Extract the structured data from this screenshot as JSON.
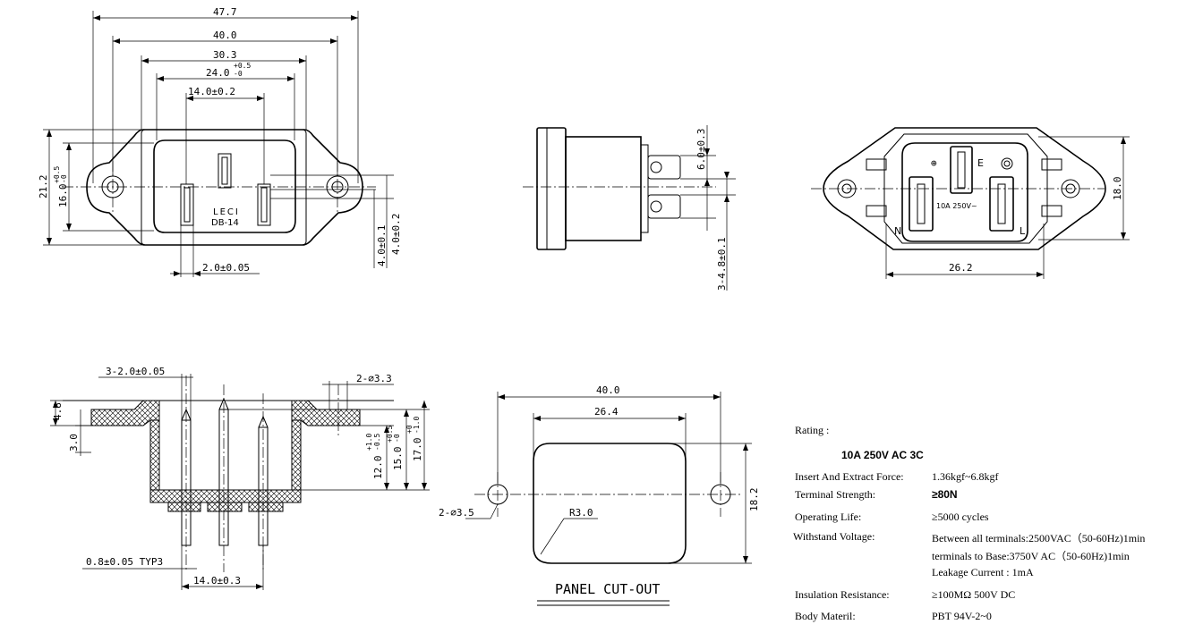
{
  "front_view": {
    "dims": {
      "d_47_7": "47.7",
      "d_40_0": "40.0",
      "d_30_3": "30.3",
      "d_24_0": "24.0",
      "d_24_0_tol": "+0.5",
      "d_24_0_tol2": "-0",
      "d_14_0": "14.0±0.2",
      "d_21_2": "21.2",
      "d_16_0": "16.0",
      "d_16_0_tol": "+0.5",
      "d_16_0_tol2": "-0",
      "d_2_0": "2.0±0.05",
      "d_4_0_a": "4.0±0.1",
      "d_4_0_b": "4.0±0.2"
    },
    "marking_line1": "LECI",
    "marking_line2": "DB-14"
  },
  "side_view": {
    "dims": {
      "d_6_0": "6.0±0.3",
      "d_3_4_8": "3-4.8±0.1"
    }
  },
  "rear_view": {
    "dims": {
      "d_18_0": "18.0",
      "d_26_2": "26.2"
    },
    "label_n": "N",
    "label_l": "L",
    "label_e": "E",
    "rating_mark": "10A 250V~",
    "ground_symbol": "⊕"
  },
  "section_view": {
    "dims": {
      "d_3_2_0": "3-2.0±0.05",
      "d_2_3_3": "2-∅3.3",
      "d_4_8": "4.8",
      "d_3_0": "3.0",
      "d_12_0": "12.0",
      "d_12_0_tol": "+1.0",
      "d_12_0_tol2": "-0.5",
      "d_15_0": "15.0",
      "d_15_0_tol": "+0.5",
      "d_15_0_tol2": "-0",
      "d_17_0": "17.0",
      "d_17_0_tol": "+0",
      "d_17_0_tol2": "-1.0",
      "d_0_8": "0.8±0.05 TYP3",
      "d_14_0": "14.0±0.3"
    }
  },
  "panel_cutout": {
    "dims": {
      "d_40_0": "40.0",
      "d_26_4": "26.4",
      "d_18_2": "18.2",
      "d_2_3_5": "2-∅3.5",
      "d_r3_0": "R3.0"
    },
    "title": "PANEL CUT-OUT"
  },
  "specs": {
    "rating_label": "Rating :",
    "rating_value": "10A 250V AC   3C",
    "rows": [
      {
        "label": "Insert And Extract Force:",
        "value": "1.36kgf~6.8kgf"
      },
      {
        "label": "Terminal  Strength:",
        "value": "≥80N"
      },
      {
        "label": "Operating Life:",
        "value": "≥5000  cycles"
      },
      {
        "label": "Withstand Voltage:",
        "value": "Between all terminals:2500VAC（50-60Hz)1min"
      },
      {
        "label": "",
        "value": "terminals to Base:3750V AC（50-60Hz)1min"
      },
      {
        "label": "",
        "value": " Leakage Current :  1mA"
      },
      {
        "label": "Insulation Resistance:",
        "value": "≥100MΩ  500V DC"
      },
      {
        "label": "Body Materil:",
        "value": "PBT    94V-2~0"
      }
    ]
  }
}
